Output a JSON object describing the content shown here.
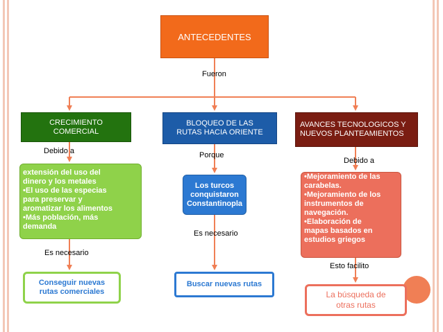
{
  "colors": {
    "connector": "#f07f55",
    "title_box": "#f26a1b",
    "commerce": "#23730f",
    "blockade": "#1d5ca8",
    "advances": "#7a1d12"
  },
  "root": {
    "title": "ANTECEDENTES",
    "connector_label": "Fueron"
  },
  "branches": [
    {
      "title_lines": [
        "CRECIMIENTO",
        "COMERCIAL"
      ],
      "relation_label": "Debido a",
      "details": [
        "extensión del uso del",
        "dinero y los metales",
        "•El uso de las especias",
        "para preservar y",
        "aromatizar los alimentos",
        "•Más población, más",
        "demanda"
      ],
      "result_label": "Es necesario",
      "result_lines": [
        "Conseguir nuevas",
        "rutas comerciales"
      ]
    },
    {
      "title_lines": [
        "BLOQUEO DE LAS",
        "RUTAS HACIA ORIENTE"
      ],
      "relation_label": "Porque",
      "details": [
        "Los turcos",
        "conquistaron",
        "Constantinopla"
      ],
      "result_label": "Es necesario",
      "result_lines": [
        "Buscar nuevas rutas"
      ]
    },
    {
      "title_lines": [
        "AVANCES TECNOLOGICOS Y",
        "NUEVOS PLANTEAMIENTOS"
      ],
      "relation_label": "Debido a",
      "details": [
        "•Mejoramiento de las",
        "carabelas.",
        "•Mejoramiento de los",
        "instrumentos de",
        "navegación.",
        "•Elaboración de",
        "mapas basados en",
        "estudios griegos"
      ],
      "result_label": "Esto facilito",
      "result_lines": [
        "La búsqueda de",
        "otras rutas"
      ]
    }
  ]
}
